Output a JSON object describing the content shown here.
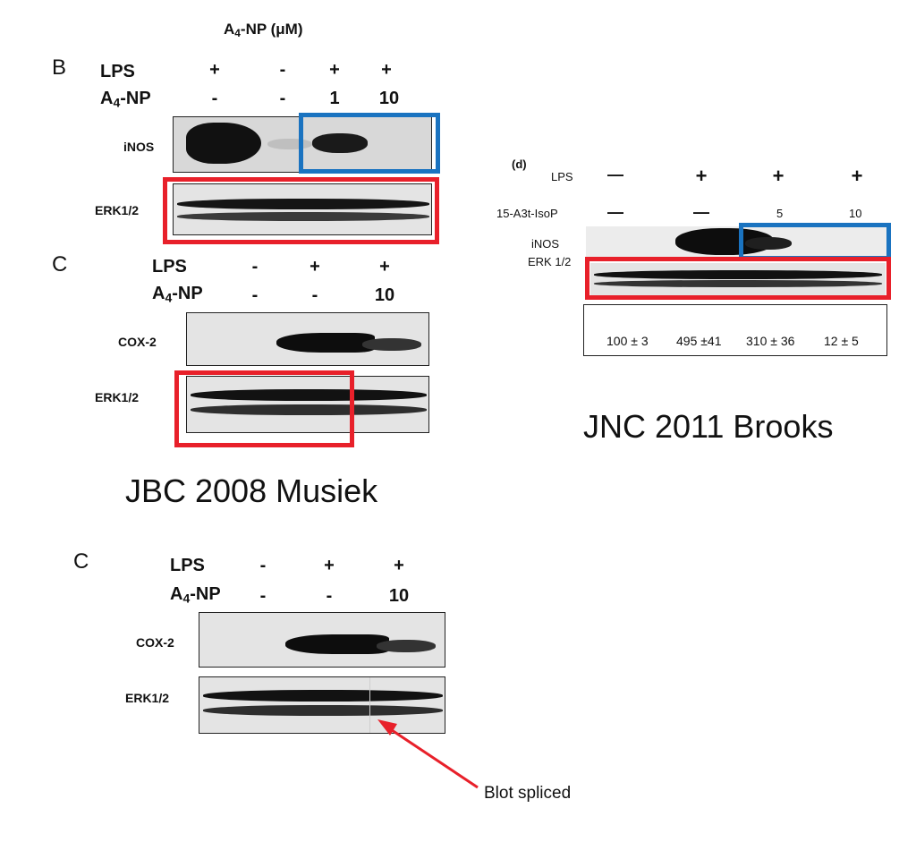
{
  "header": {
    "a4np_prefix": "A",
    "a4np_sub": "4",
    "a4np_suffix": "-NP (μM)"
  },
  "panel_b": {
    "letter": "B",
    "lps_label": "LPS",
    "a4np_prefix": "A",
    "a4np_sub": "4",
    "a4np_suffix": "-NP",
    "lps_values": [
      "+",
      "-",
      "+",
      "+"
    ],
    "a4np_values": [
      "-",
      "-",
      "1",
      "10"
    ],
    "row1": "iNOS",
    "row2": "ERK1/2"
  },
  "panel_c1": {
    "letter": "C",
    "lps_label": "LPS",
    "a4np_prefix": "A",
    "a4np_sub": "4",
    "a4np_suffix": "-NP",
    "lps_values": [
      "-",
      "+",
      "+"
    ],
    "a4np_values": [
      "-",
      "-",
      "10"
    ],
    "row1": "COX-2",
    "row2": "ERK1/2"
  },
  "caption_left": "JBC 2008 Musiek",
  "panel_d": {
    "letter": "(d)",
    "lps_label": "LPS",
    "lps_values": [
      "—",
      "+",
      "+",
      "+"
    ],
    "isop_label": "15-A3t-IsoP",
    "isop_values": [
      "—",
      "—",
      "5",
      "10"
    ],
    "row1": "iNOS",
    "row2": "ERK 1/2",
    "quant": [
      "100 ± 3",
      "495 ±41",
      "310 ± 36",
      "12 ± 5"
    ]
  },
  "caption_right": "JNC 2011 Brooks",
  "panel_c2": {
    "letter": "C",
    "lps_label": "LPS",
    "a4np_prefix": "A",
    "a4np_sub": "4",
    "a4np_suffix": "-NP",
    "lps_values": [
      "-",
      "+",
      "+"
    ],
    "a4np_values": [
      "-",
      "-",
      "10"
    ],
    "row1": "COX-2",
    "row2": "ERK1/2"
  },
  "annotation": {
    "text": "Blot spliced"
  },
  "colors": {
    "highlight_red": "#e8202a",
    "highlight_blue": "#1a73c0",
    "arrow_red": "#e8202a"
  }
}
